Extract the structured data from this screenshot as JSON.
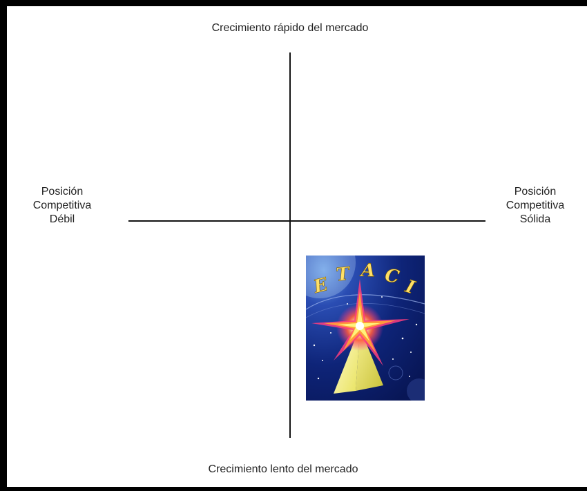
{
  "diagram": {
    "axis_top_label": "Crecimiento rápido del mercado",
    "axis_bottom_label": "Crecimiento lento del mercado",
    "axis_left_label": [
      "Posición",
      "Competitiva",
      "Débil"
    ],
    "axis_right_label": [
      "Posición",
      "Competitiva",
      "Sólida"
    ]
  },
  "logo": {
    "letters": [
      "E",
      "T",
      "A",
      "C",
      "I"
    ],
    "background_color": "#0b1f6b",
    "star_color": "#ff4fa0",
    "pyramid_color": "#f2ee7a"
  },
  "colors": {
    "frame": "#000000",
    "axis": "#111111",
    "text": "#222222"
  }
}
